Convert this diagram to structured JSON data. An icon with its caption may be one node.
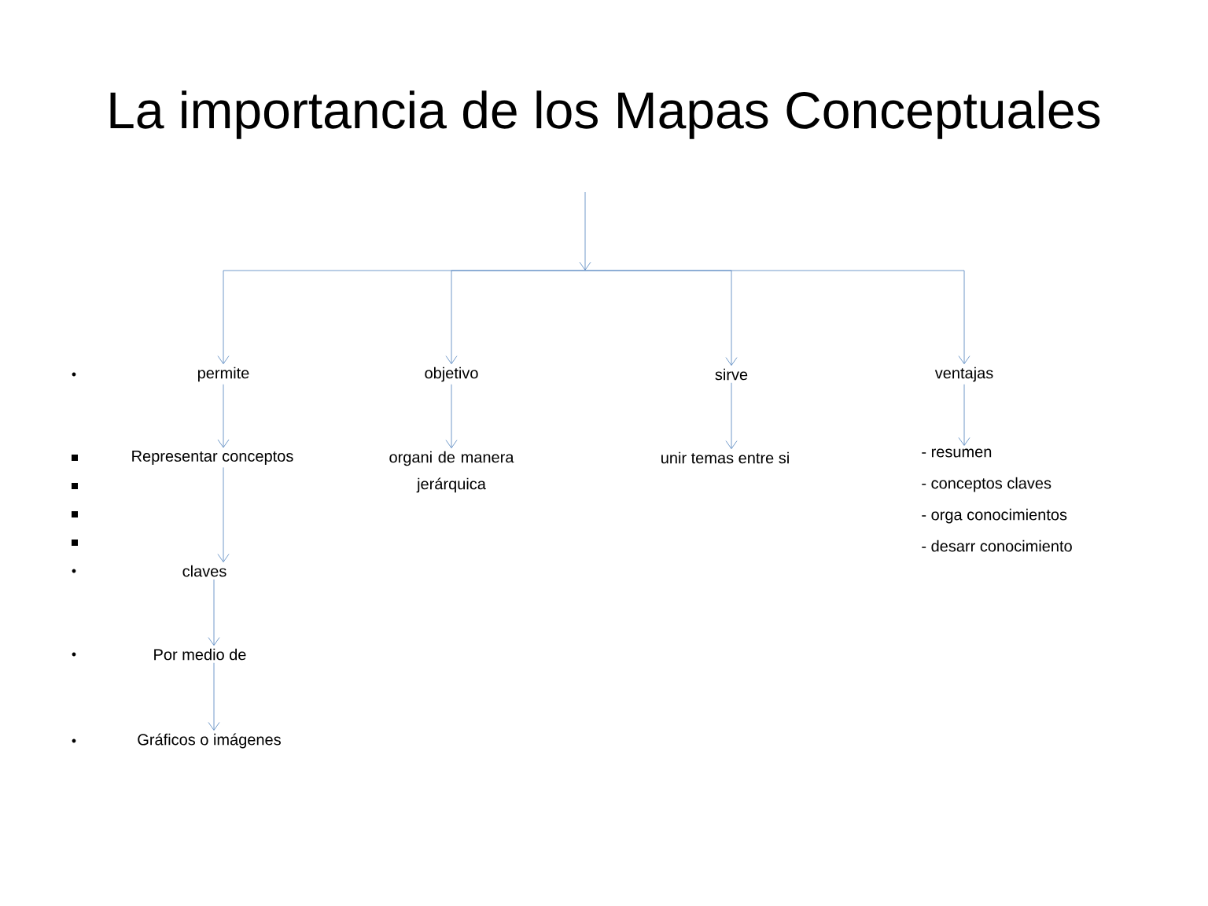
{
  "diagram": {
    "title": "La importancia de los Mapas Conceptuales",
    "nodes": [
      {
        "text": [
          "permite"
        ]
      },
      {
        "text": [
          "objetivo"
        ]
      },
      {
        "text": [
          "sirve"
        ]
      },
      {
        "text": [
          "ventajas"
        ]
      },
      {
        "text": [
          "Representar conceptos"
        ]
      },
      {
        "text": [
          "organi de manera jerárquica"
        ]
      },
      {
        "text": [
          "unir temas entre si"
        ]
      },
      {
        "text": [
          "- resumen",
          "- conceptos claves",
          "- orga conocimientos",
          "- desarr conocimiento"
        ]
      },
      {
        "text": [
          "claves"
        ]
      },
      {
        "text": [
          "Por medio de"
        ]
      },
      {
        "text": [
          "Gráficos o imágenes"
        ]
      }
    ],
    "edges": [
      {
        "from": null,
        "to": 0,
        "arrow": "to"
      },
      {
        "from": null,
        "to": 1,
        "arrow": "to"
      },
      {
        "from": null,
        "to": 2,
        "arrow": "to"
      },
      {
        "from": null,
        "to": 3,
        "arrow": "to"
      },
      {
        "from": 0,
        "to": 4,
        "arrow": "to"
      },
      {
        "from": 1,
        "to": 5,
        "arrow": "to"
      },
      {
        "from": 2,
        "to": 6,
        "arrow": "to"
      },
      {
        "from": 3,
        "to": 7,
        "arrow": "to"
      },
      {
        "from": 4,
        "to": 8,
        "arrow": "to"
      },
      {
        "from": 8,
        "to": 9,
        "arrow": "to"
      },
      {
        "from": 9,
        "to": 10,
        "arrow": "to"
      }
    ]
  }
}
